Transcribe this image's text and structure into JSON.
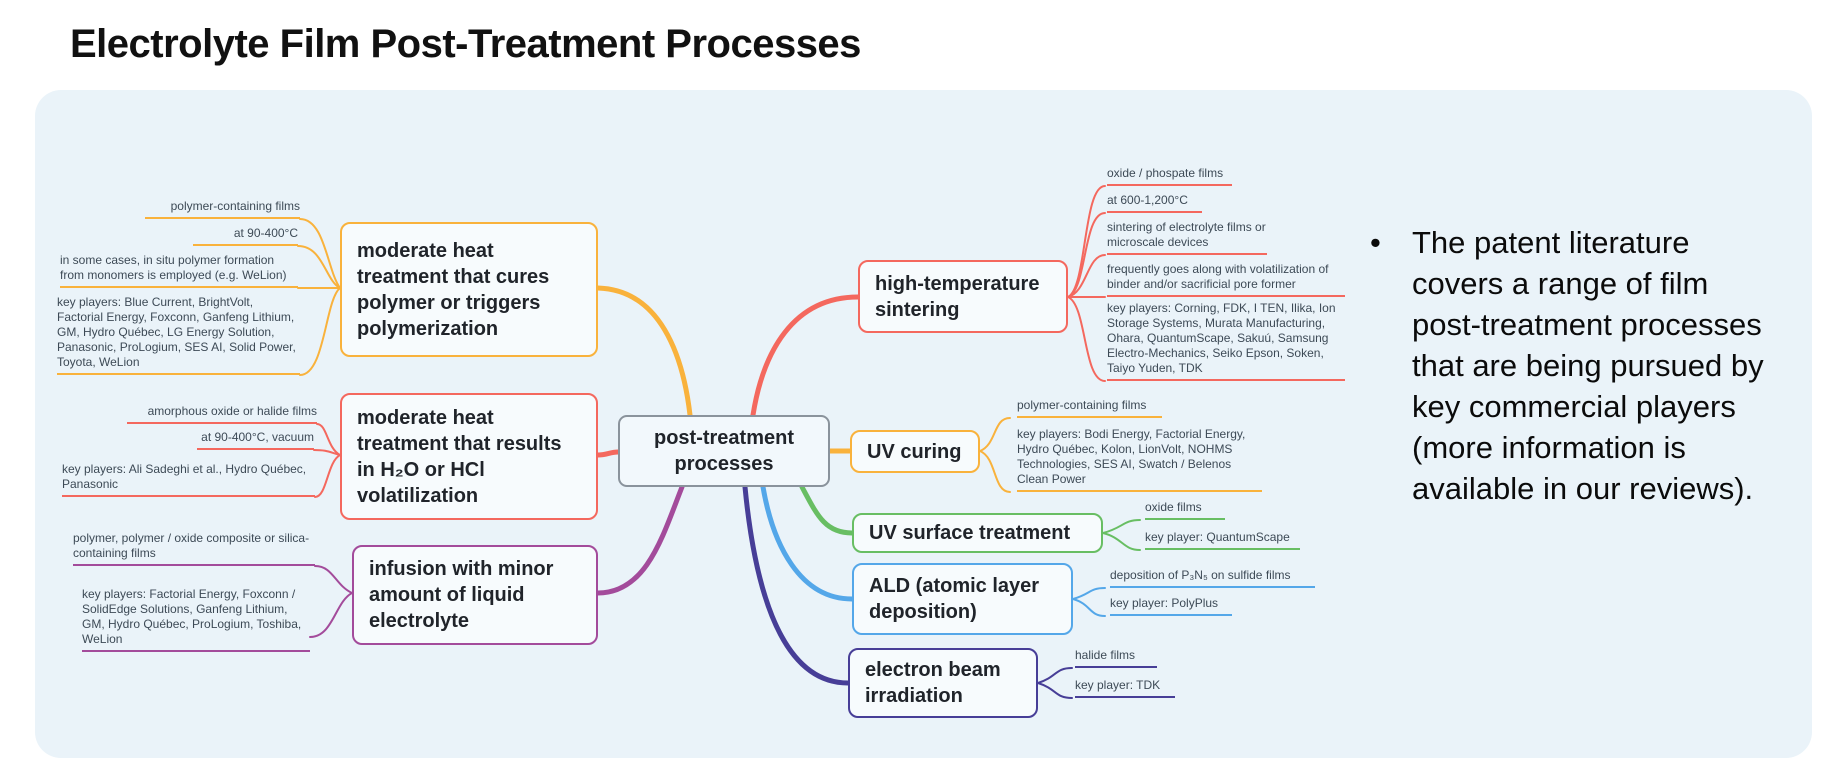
{
  "title": "Electrolyte Film Post-Treatment Processes",
  "annotation": {
    "bullet": "•",
    "text": "The patent literature covers a range of film post-treatment processes that are being pursued by key commercial players (more information is available in our reviews)."
  },
  "mindmap": {
    "root": {
      "label": "post-treatment processes",
      "border_color": "#8a939c"
    },
    "branches": [
      {
        "label": "moderate heat treatment that cures polymer or triggers polymerization",
        "color": "#F9B23C",
        "details": [
          "polymer-containing films",
          "at 90-400°C",
          "in some cases, in situ polymer formation from monomers is employed (e.g. WeLion)",
          "key players: Blue Current, BrightVolt, Factorial Energy, Foxconn, Ganfeng Lithium, GM, Hydro Québec, LG Energy Solution, Panasonic, ProLogium, SES AI, Solid Power, Toyota, WeLion"
        ]
      },
      {
        "label": "moderate heat treatment that results in H₂O or HCl volatilization",
        "color": "#F4685E",
        "details": [
          "amorphous oxide or halide films",
          "at 90-400°C, vacuum",
          "key players: Ali Sadeghi et al., Hydro Québec, Panasonic"
        ]
      },
      {
        "label": "infusion with minor amount of liquid electrolyte",
        "color": "#A34B9B",
        "details": [
          "polymer, polymer / oxide composite or silica-containing films",
          "key players: Factorial Energy, Foxconn / SolidEdge Solutions, Ganfeng Lithium, GM, Hydro Québec, ProLogium, Toshiba, WeLion"
        ]
      },
      {
        "label": "high-temperature sintering",
        "color": "#F4685E",
        "details": [
          "oxide / phospate films",
          "at 600-1,200°C",
          "sintering of electrolyte films or microscale devices",
          "frequently goes along with volatilization of binder and/or sacrificial pore former",
          "key players: Corning, FDK, I TEN, Ilika, Ion Storage Systems, Murata Manufacturing, Ohara, QuantumScape, Sakuú, Samsung Electro-Mechanics, Seiko Epson, Soken, Taiyo Yuden, TDK"
        ]
      },
      {
        "label": "UV curing",
        "color": "#F9B23C",
        "details": [
          "polymer-containing films",
          "key players: Bodi Energy, Factorial Energy, Hydro Québec, Kolon, LionVolt, NOHMS Technologies, SES AI, Swatch / Belenos Clean Power"
        ]
      },
      {
        "label": "UV surface treatment",
        "color": "#68BE63",
        "details": [
          "oxide films",
          "key player: QuantumScape"
        ]
      },
      {
        "label": "ALD (atomic layer deposition)",
        "color": "#54A7E9",
        "details": [
          "deposition of P₃N₅ on sulfide films",
          "key player: PolyPlus"
        ]
      },
      {
        "label": "electron beam irradiation",
        "color": "#473E97",
        "details": [
          "halide films",
          "key player: TDK"
        ]
      }
    ]
  }
}
